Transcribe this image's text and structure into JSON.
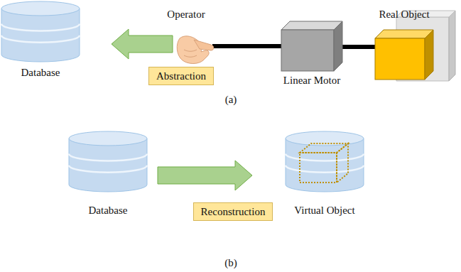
{
  "diagram": {
    "nodes": [
      {
        "text": [
          "Operator"
        ]
      },
      {
        "text": [
          "Real Object"
        ]
      },
      {
        "text": [
          "Database"
        ]
      },
      {
        "text": [
          "Abstraction"
        ]
      },
      {
        "text": [
          "Linear Motor"
        ]
      },
      {
        "text": [
          "Database"
        ]
      },
      {
        "text": [
          "Reconstruction"
        ]
      },
      {
        "text": [
          "Virtual Object"
        ]
      }
    ],
    "edges": [
      {
        "from": 0,
        "to": 2,
        "arrow": "to"
      },
      {
        "from": 0,
        "to": 4,
        "arrow": "none"
      },
      {
        "from": 4,
        "to": 1,
        "arrow": "none"
      },
      {
        "from": 5,
        "to": 7,
        "arrow": "to"
      }
    ],
    "labels": [
      "(a)",
      "(b)"
    ]
  }
}
